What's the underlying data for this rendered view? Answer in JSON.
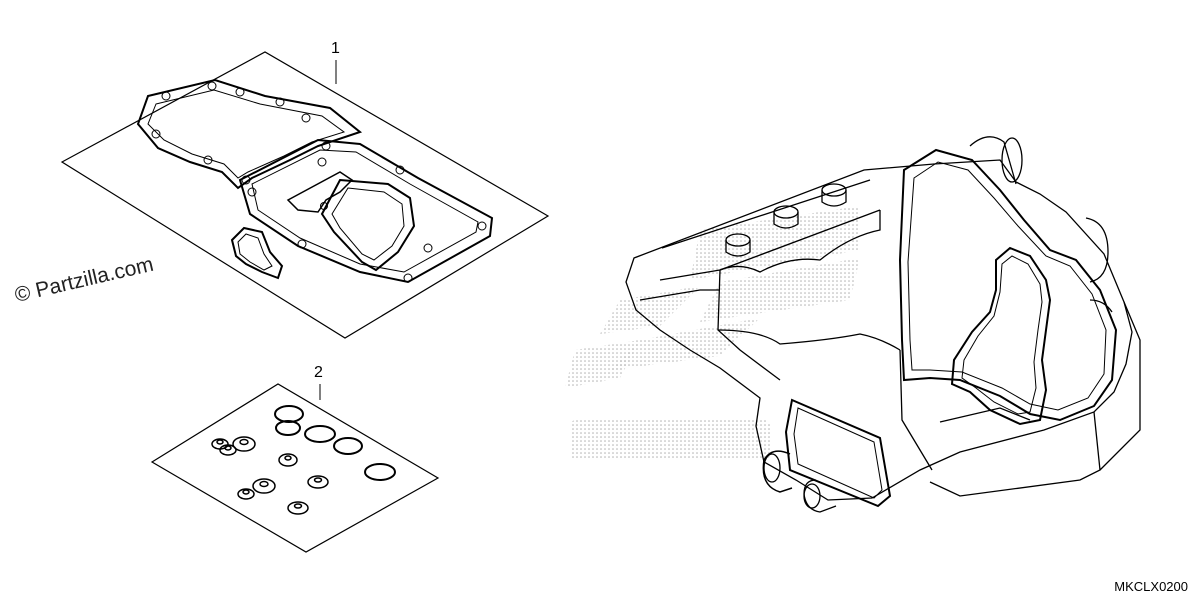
{
  "watermark": {
    "text": "© Partzilla.com"
  },
  "parts": [
    {
      "number": "1"
    },
    {
      "number": "2"
    }
  ],
  "diagram_code": "MKCLX0200",
  "colors": {
    "line": "#000000",
    "background": "#ffffff",
    "logo_dots": "#b0b0b0"
  }
}
